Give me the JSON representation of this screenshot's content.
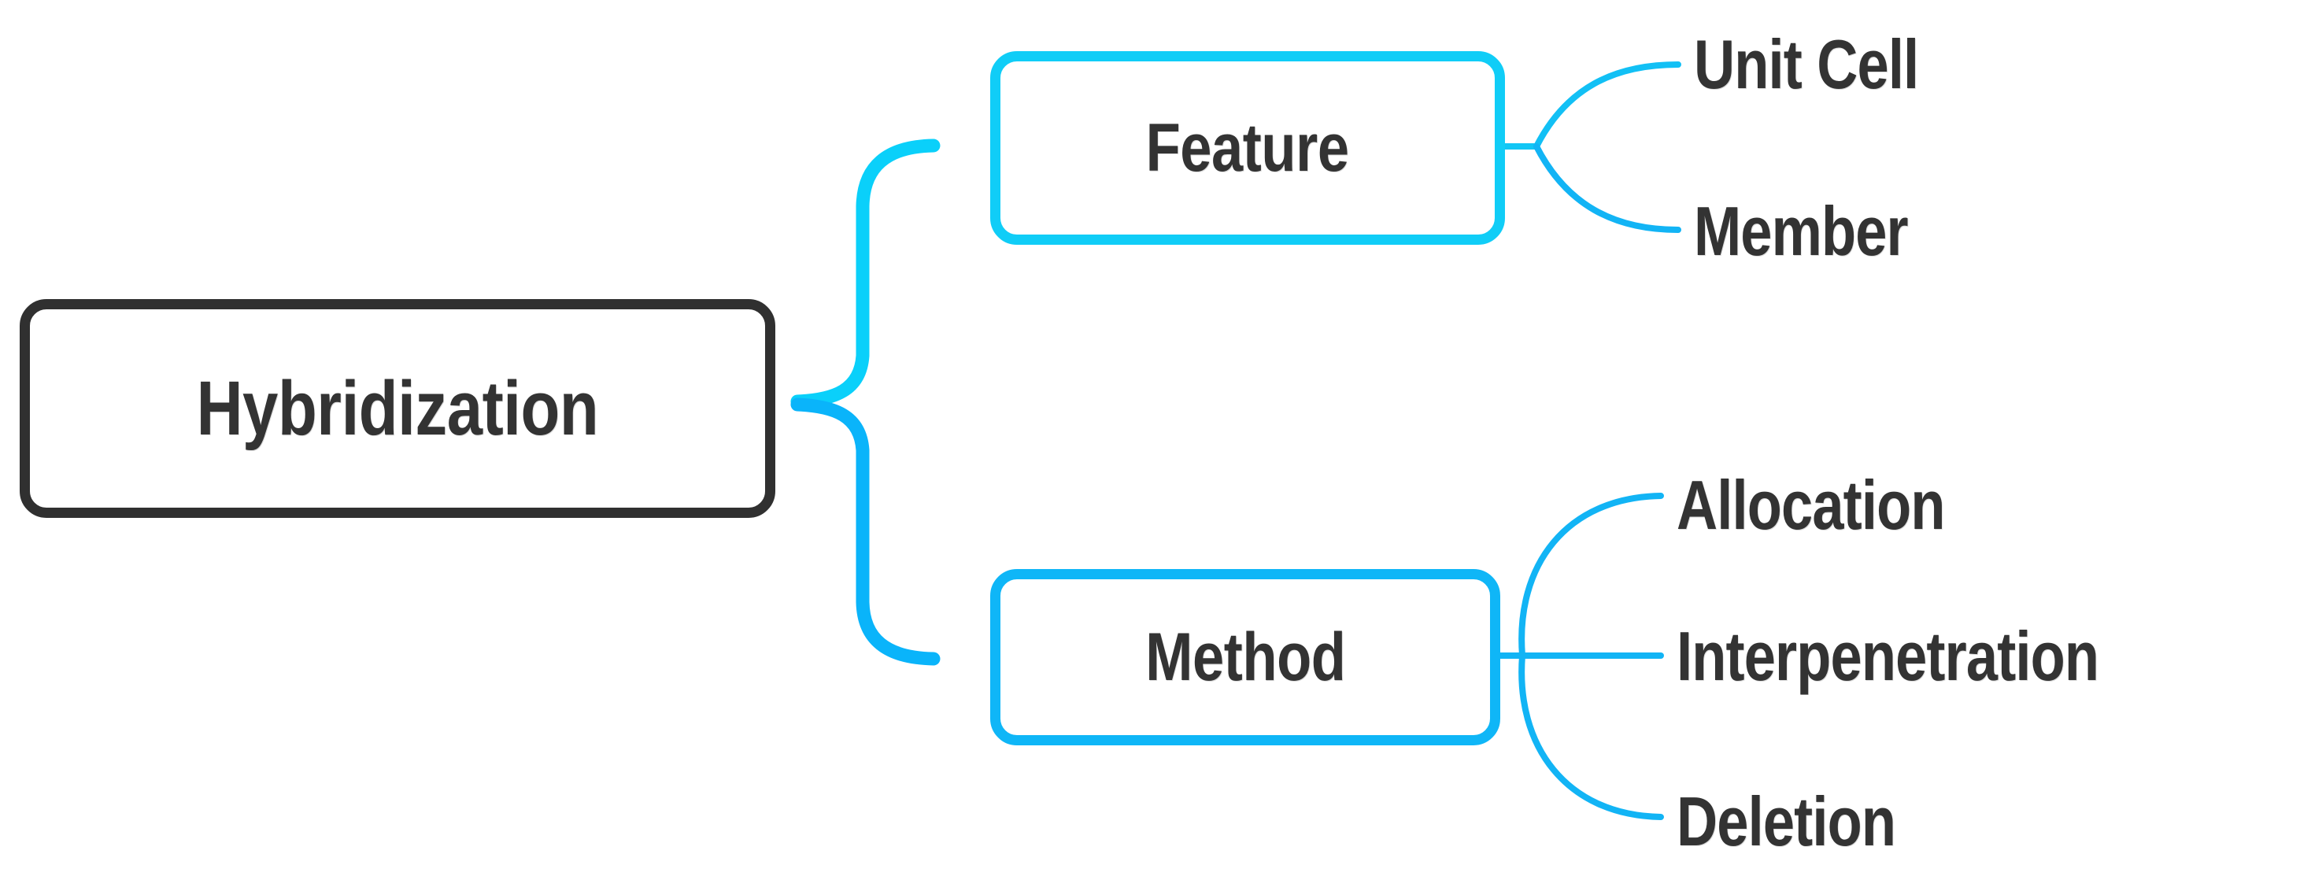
{
  "diagram": {
    "type": "mind-map",
    "background_color": "#ffffff",
    "orientation": "left-to-right",
    "colors": {
      "root_border": "#303030",
      "branch_upper_border": "#10CDF7",
      "branch_lower_border": "#0FB6F7",
      "connector_upper": "#0AD0FA",
      "connector_lower": "#0AB4FA",
      "leaf_connector": "#12B4F5",
      "text": "#333333",
      "node_fill": "#ffffff"
    },
    "root": {
      "label": "Hybridization",
      "shape": "rounded-rectangle",
      "border_color": "#303030"
    },
    "branches": [
      {
        "label": "Feature",
        "shape": "rounded-rectangle",
        "border_color": "#10CDF7",
        "children": [
          {
            "label": "Unit Cell",
            "connector": "curve-up"
          },
          {
            "label": "Member",
            "connector": "curve-down"
          }
        ]
      },
      {
        "label": "Method",
        "shape": "rounded-rectangle",
        "border_color": "#0FB6F7",
        "children": [
          {
            "label": "Allocation",
            "connector": "curve-up"
          },
          {
            "label": "Interpenetration",
            "connector": "straight"
          },
          {
            "label": "Deletion",
            "connector": "curve-down"
          }
        ]
      }
    ]
  }
}
